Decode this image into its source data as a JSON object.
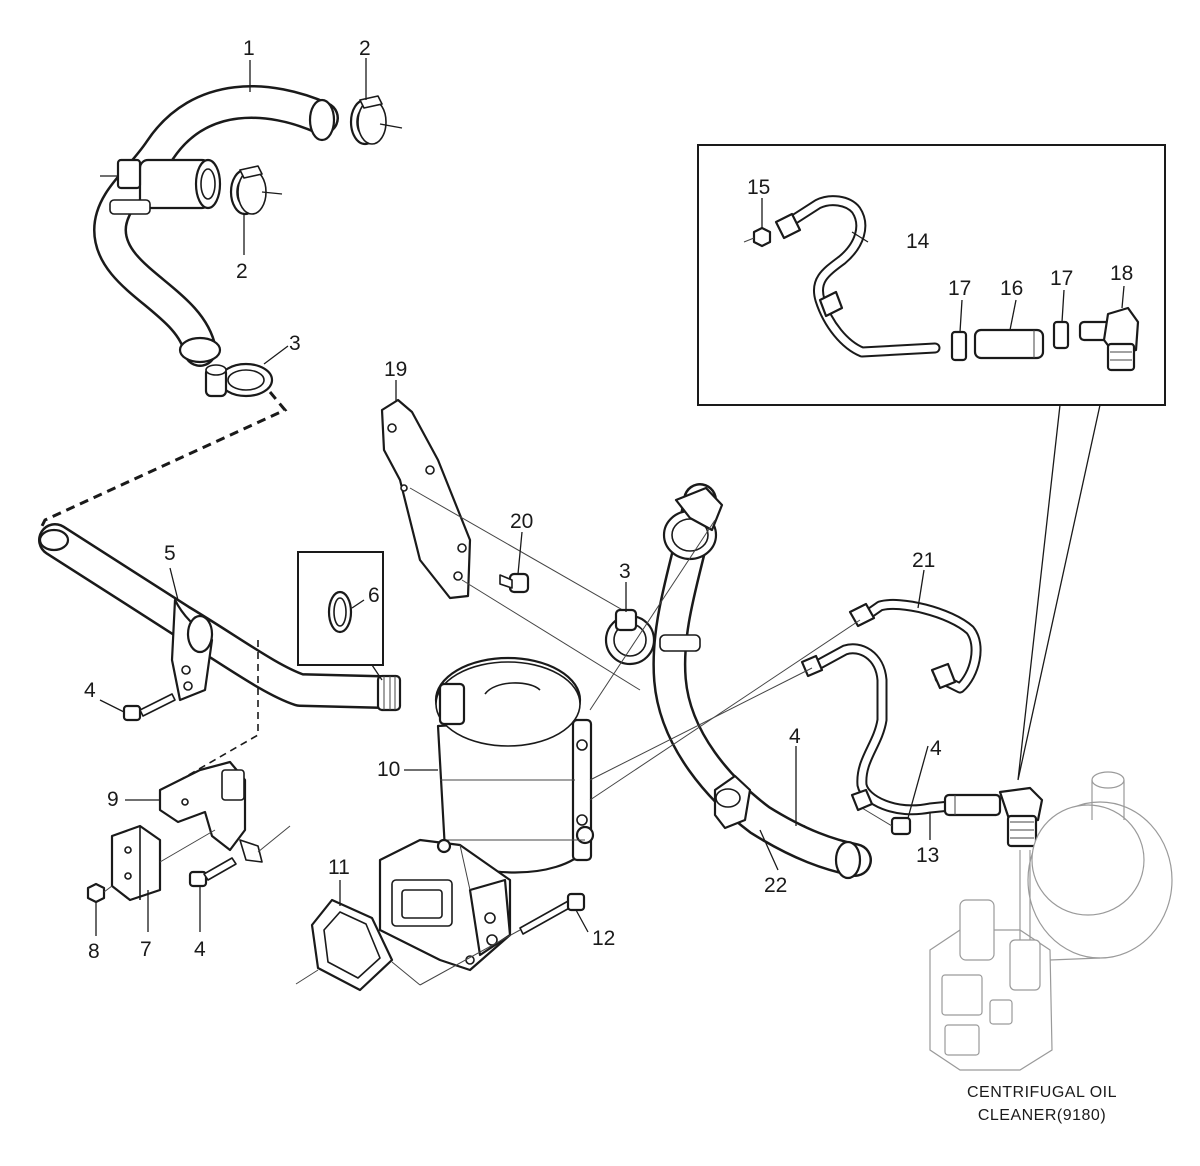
{
  "callouts": {
    "c1": "1",
    "c2a": "2",
    "c2b": "2",
    "c3a": "3",
    "c3b": "3",
    "c4a": "4",
    "c4b": "4",
    "c4c": "4",
    "c4d": "4",
    "c5": "5",
    "c6": "6",
    "c7": "7",
    "c8": "8",
    "c9": "9",
    "c10": "10",
    "c11": "11",
    "c12": "12",
    "c13": "13",
    "c14": "14",
    "c15": "15",
    "c16": "16",
    "c17a": "17",
    "c17b": "17",
    "c18": "18",
    "c19": "19",
    "c20": "20",
    "c21": "21",
    "c22": "22"
  },
  "caption": {
    "line1": "CENTRIFUGAL OIL",
    "line2": "CLEANER(9180)"
  }
}
